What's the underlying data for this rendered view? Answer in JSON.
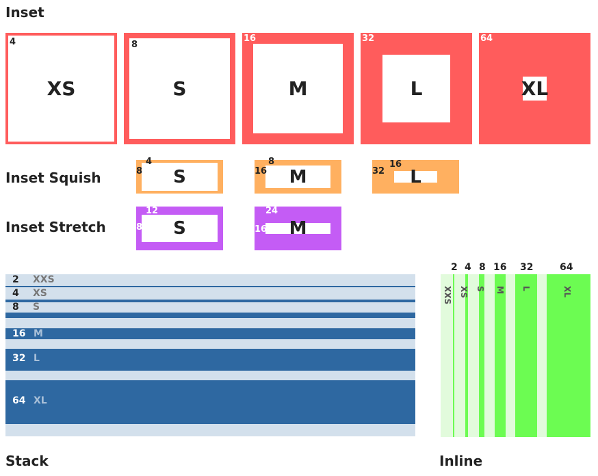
{
  "headings": {
    "inset": "Inset",
    "inset_squish": "Inset Squish",
    "inset_stretch": "Inset Stretch",
    "stack": "Stack",
    "inline": "Inline"
  },
  "colors": {
    "inset": "#ff5c5c",
    "squish": "#ffb060",
    "stretch": "#c45cf5",
    "stack_light": "#d3e0ec",
    "stack_dark": "#2e68a1",
    "inline_light": "#e2fbdc",
    "inline_green": "#6cfc52"
  },
  "inset": [
    {
      "size": "XS",
      "pad": "4"
    },
    {
      "size": "S",
      "pad": "8"
    },
    {
      "size": "M",
      "pad": "16"
    },
    {
      "size": "L",
      "pad": "32"
    },
    {
      "size": "XL",
      "pad": "64"
    }
  ],
  "squish": [
    {
      "size": "S",
      "top": "4",
      "side": "8"
    },
    {
      "size": "M",
      "top": "8",
      "side": "16"
    },
    {
      "size": "L",
      "top": "16",
      "side": "32"
    }
  ],
  "stretch": [
    {
      "size": "S",
      "top": "12",
      "side": "8"
    },
    {
      "size": "M",
      "top": "24",
      "side": "16"
    }
  ],
  "stack": [
    {
      "num": "2",
      "name": "XXS"
    },
    {
      "num": "4",
      "name": "XS"
    },
    {
      "num": "8",
      "name": "S"
    },
    {
      "num": "16",
      "name": "M"
    },
    {
      "num": "32",
      "name": "L"
    },
    {
      "num": "64",
      "name": "XL"
    }
  ],
  "inline": [
    {
      "num": "2",
      "name": "XXS"
    },
    {
      "num": "4",
      "name": "XS"
    },
    {
      "num": "8",
      "name": "S"
    },
    {
      "num": "16",
      "name": "M"
    },
    {
      "num": "32",
      "name": "L"
    },
    {
      "num": "64",
      "name": "XL"
    }
  ]
}
